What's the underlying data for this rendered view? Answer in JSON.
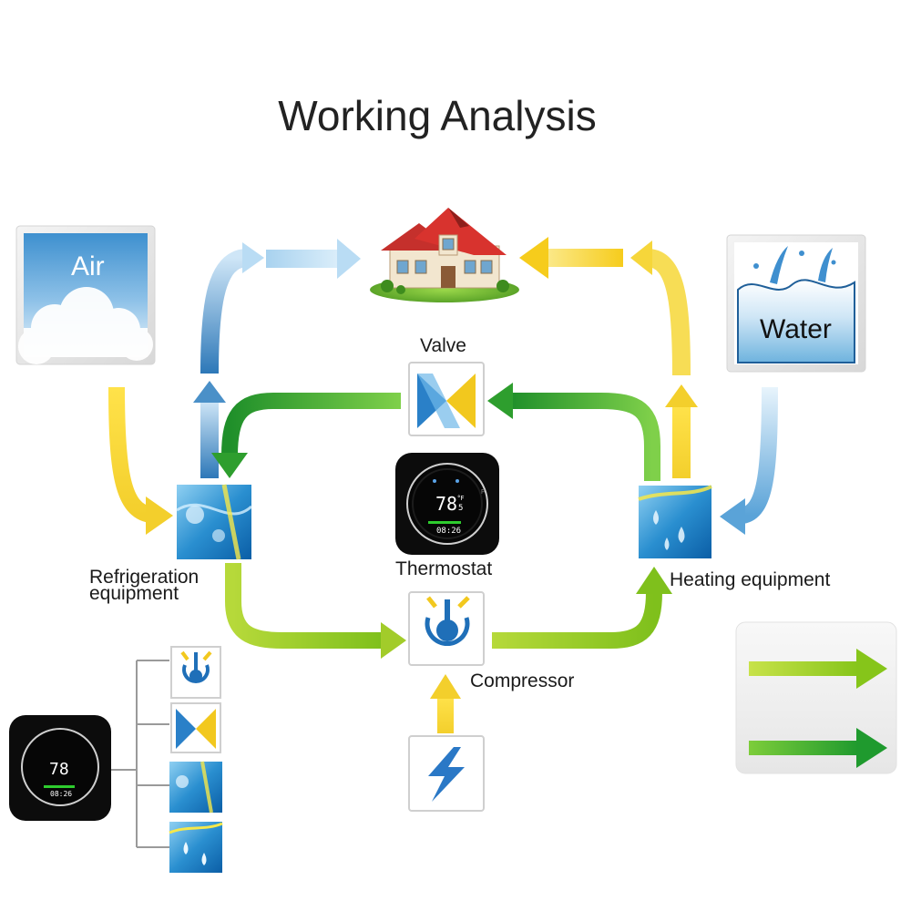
{
  "title": "Working Analysis",
  "nodes": {
    "air": {
      "label": "Air"
    },
    "water": {
      "label": "Water"
    },
    "valve": {
      "label": "Valve"
    },
    "thermostat": {
      "label": "Thermostat"
    },
    "refrigeration": {
      "label_line1": "Refrigeration",
      "label_line2": "equipment"
    },
    "heating": {
      "label": "Heating equipment"
    },
    "compressor": {
      "label": "Compressor"
    }
  },
  "thermostat_display": {
    "temperature": "78",
    "decimal": "5",
    "unit": "°F",
    "time": "08:26"
  },
  "legend": {
    "arrows": [
      "lime-arrow",
      "green-arrow"
    ]
  },
  "icons": [
    "house-icon",
    "valve-icon",
    "compressor-icon",
    "power-icon",
    "refrigeration-icon",
    "heating-icon",
    "thermostat-icon"
  ],
  "colors": {
    "yellow_flow": "#f7d730",
    "blue_flow": "#4a90c8",
    "green_flow": "#2e9e2e",
    "lime_flow": "#9cc81e",
    "thermostat_body": "#0c0c0c"
  }
}
